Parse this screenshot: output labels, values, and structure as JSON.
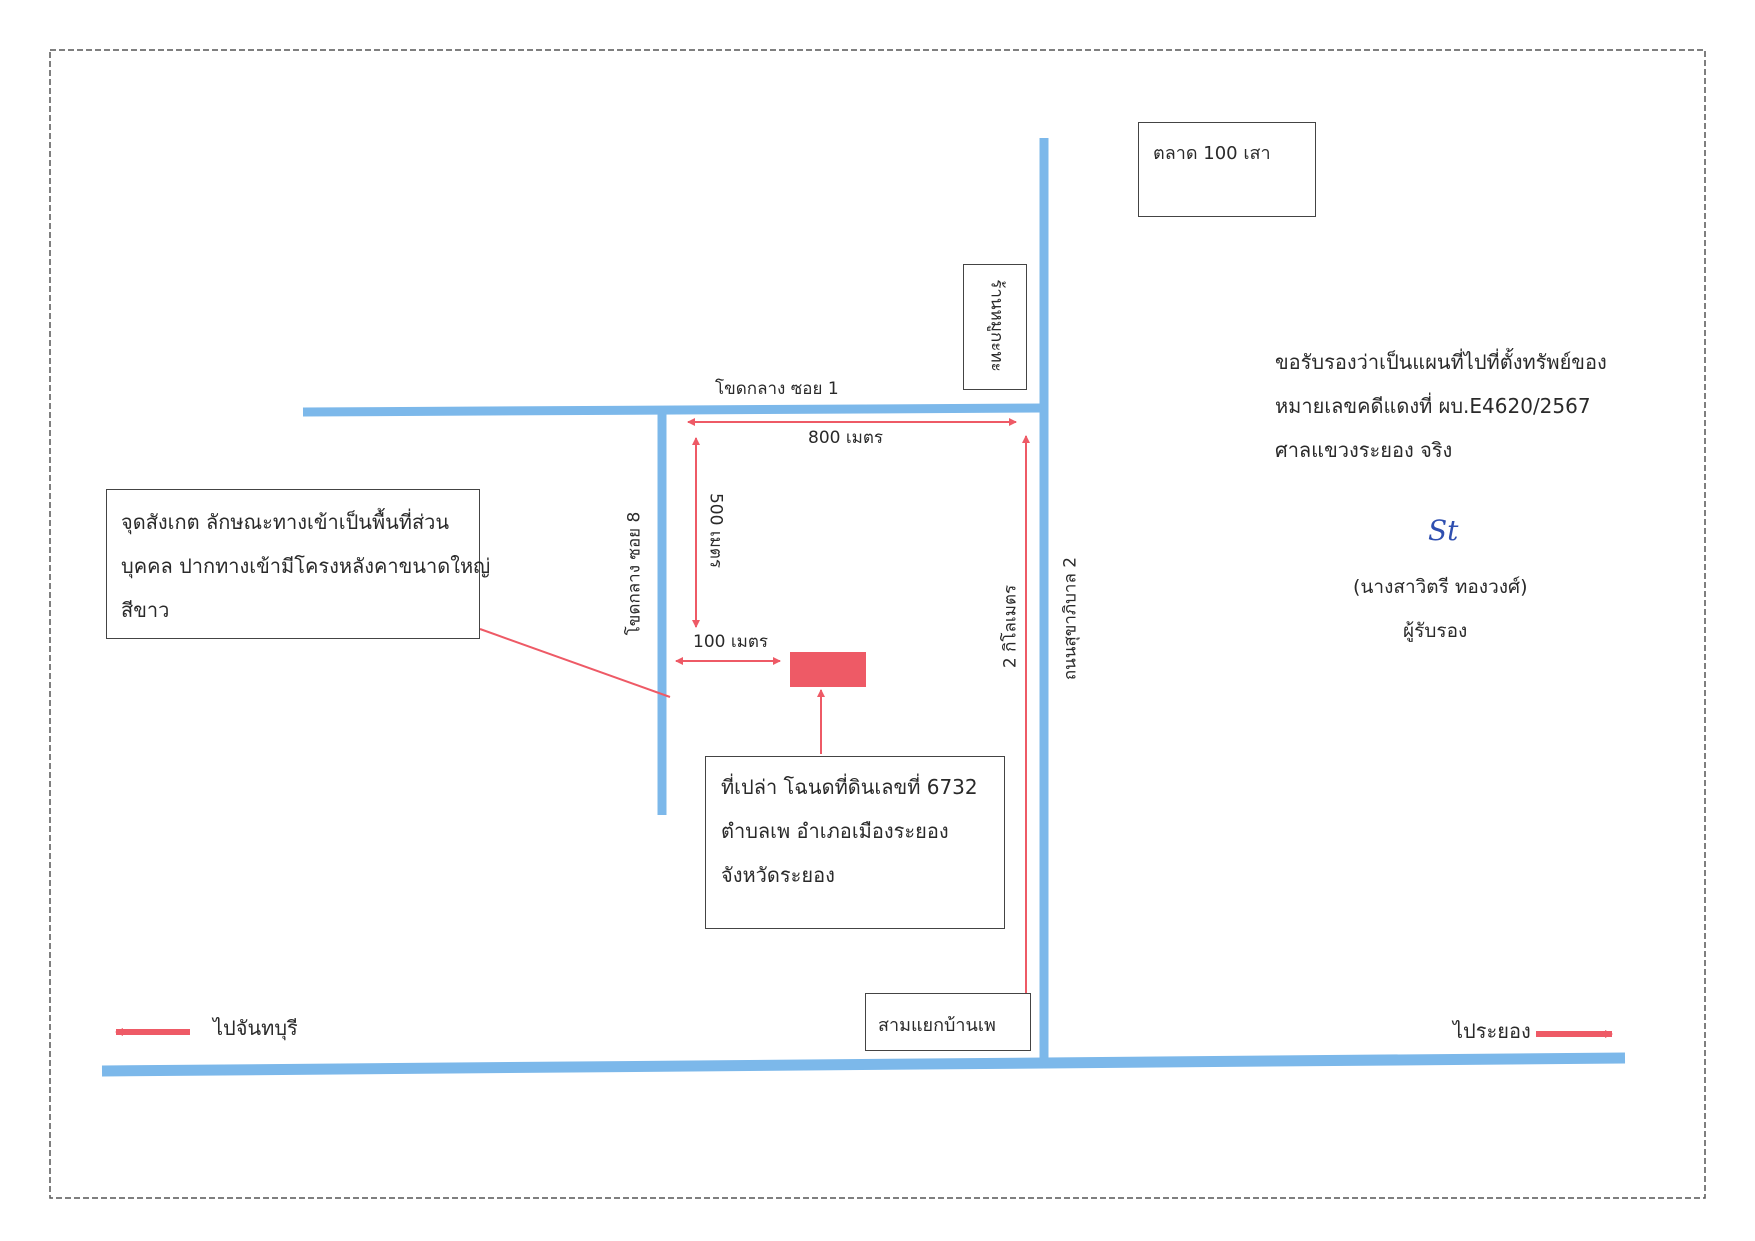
{
  "colors": {
    "road": "#7cb8ea",
    "marker": "#ee5a66",
    "frame": "#555555",
    "signature": "#2f4fb0"
  },
  "roads": {
    "soi1": "โขดกลาง ซอย 1",
    "soi8": "โขดกลาง ซอย 8",
    "sukhaphiban2": "ถนนสุขาภิบาล 2"
  },
  "distances": {
    "d800": "800 เมตร",
    "d500": "500 เมตร",
    "d100": "100 เมตร",
    "d2km": "2 กิโลเมตร"
  },
  "landmarks": {
    "market": "ตลาด 100 เสา",
    "shop": "ร้านหมูกะทะ",
    "junction": "สามแยกบ้านเพ"
  },
  "observation": {
    "line1": "จุดสังเกต ลักษณะทางเข้าเป็นพื้นที่ส่วน",
    "line2": "บุคคล ปากทางเข้ามีโครงหลังคาขนาดใหญ่",
    "line3": "สีขาว"
  },
  "property": {
    "line1": "ที่เปล่า โฉนดที่ดินเลขที่ 6732",
    "line2": "ตำบลเพ อำเภอเมืองระยอง",
    "line3": "จังหวัดระยอง"
  },
  "directions": {
    "west": "ไปจันทบุรี",
    "east": "ไประยอง"
  },
  "certification": {
    "line1": "ขอรับรองว่าเป็นแผนที่ไปที่ตั้งทรัพย์ของ",
    "line2": "หมายเลขคดีแดงที่ ผบ.E4620/2567",
    "line3": "ศาลแขวงระยอง จริง",
    "signature": "St",
    "name": "(นางสาวิตรี ทองวงศ์)",
    "role": "ผู้รับรอง"
  }
}
